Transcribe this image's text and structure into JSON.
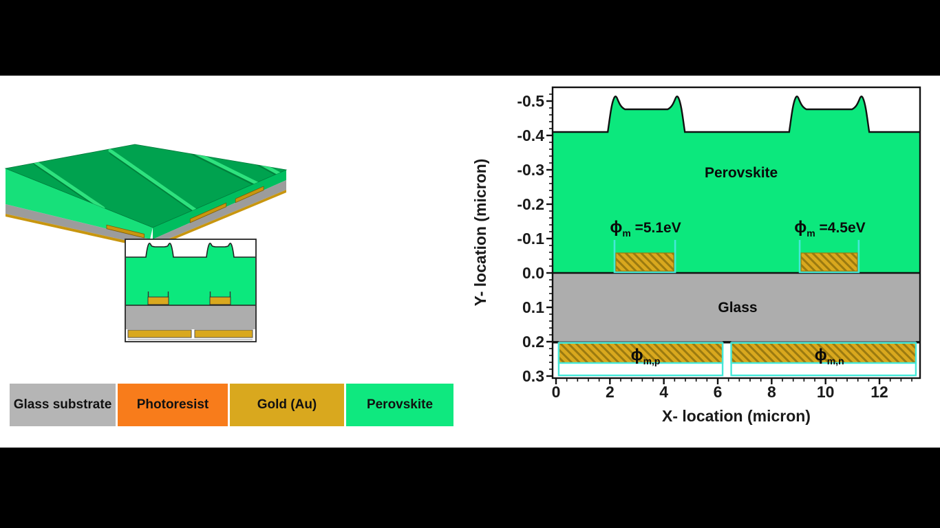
{
  "colors": {
    "perovskite": "#0CE87D",
    "perovskite_3d_top": "#00A24F",
    "perovskite_3d_left": "#17E07A",
    "perovskite_3d_front": "#00BE5F",
    "ridge_highlight": "#2EE27E",
    "ridge_shadow": "#00803C",
    "glass": "#ADADAD",
    "glass_3d": "#9C9C9C",
    "gold": "#D9A81E",
    "gold_hatch": "#9A7A10",
    "gold_3d": "#C8960F",
    "photoresist": "#F87C1B",
    "contact_outline_cyan": "#45E8D8",
    "line_black": "#111111"
  },
  "legend": {
    "items": [
      {
        "label": "Glass substrate",
        "color": "#B5B5B5"
      },
      {
        "label": "Photoresist",
        "color": "#F87C1B"
      },
      {
        "label": "Gold (Au)",
        "color": "#D9A81E"
      },
      {
        "label": "Perovskite",
        "color": "#0FE87F"
      }
    ]
  },
  "chart_data": {
    "type": "area",
    "xlabel": "X- location (micron)",
    "ylabel": "Y- location (micron)",
    "xlim": [
      -0.13,
      13.5
    ],
    "ylim": [
      -0.54,
      0.306
    ],
    "y_axis_inverted": true,
    "x_ticks": [
      0,
      2,
      4,
      6,
      8,
      10,
      12
    ],
    "x_tick_labels": [
      "0",
      "2",
      "4",
      "6",
      "8",
      "10",
      "12"
    ],
    "x_minor_step": 0.4,
    "y_ticks": [
      -0.5,
      -0.4,
      -0.3,
      -0.2,
      -0.1,
      0.0,
      0.1,
      0.2,
      0.3
    ],
    "y_tick_labels": [
      "-0.5",
      "-0.4",
      "-0.3",
      "-0.2",
      "-0.1",
      "0.0",
      "0.1",
      "0.2",
      "0.3"
    ],
    "y_minor_step": 0.02,
    "perovskite": {
      "label": "Perovskite",
      "surface_y": -0.41,
      "bottom_y": 0.0,
      "label_x": 6.87,
      "label_y": -0.278
    },
    "mesas": [
      {
        "x0": 1.92,
        "x1": 4.78
      },
      {
        "x0": 8.65,
        "x1": 11.62
      }
    ],
    "mesa_profile": {
      "plateau_y": -0.476,
      "peak_y": -0.514
    },
    "glass": {
      "label": "Glass",
      "y0": 0.0,
      "y1": 0.2,
      "label_x": 6.74,
      "label_y": 0.114
    },
    "top_contacts": [
      {
        "x0": 2.17,
        "x1": 4.42,
        "label": {
          "phi": "ϕ",
          "sub": "m",
          "rest": " =5.1eV"
        },
        "label_x": 3.32,
        "label_y": -0.118
      },
      {
        "x0": 9.04,
        "x1": 11.23,
        "label": {
          "phi": "ϕ",
          "sub": "m",
          "rest": " =4.5eV"
        },
        "label_x": 10.16,
        "label_y": -0.118
      }
    ],
    "top_contact_profile": {
      "gold_top": -0.058,
      "whisker_top": -0.096
    },
    "bottom_contacts": [
      {
        "x0": 0.1,
        "x1": 6.18,
        "label": {
          "phi": "ϕ",
          "sub": "m,p",
          "rest": ""
        },
        "label_x": 3.32,
        "label_y": 0.254
      },
      {
        "x0": 6.5,
        "x1": 13.35,
        "label": {
          "phi": "ϕ",
          "sub": "m,n",
          "rest": ""
        },
        "label_x": 10.14,
        "label_y": 0.254
      }
    ],
    "bottom_contact_profile": {
      "gold_bottom": 0.262,
      "box_bottom": 0.298
    }
  }
}
